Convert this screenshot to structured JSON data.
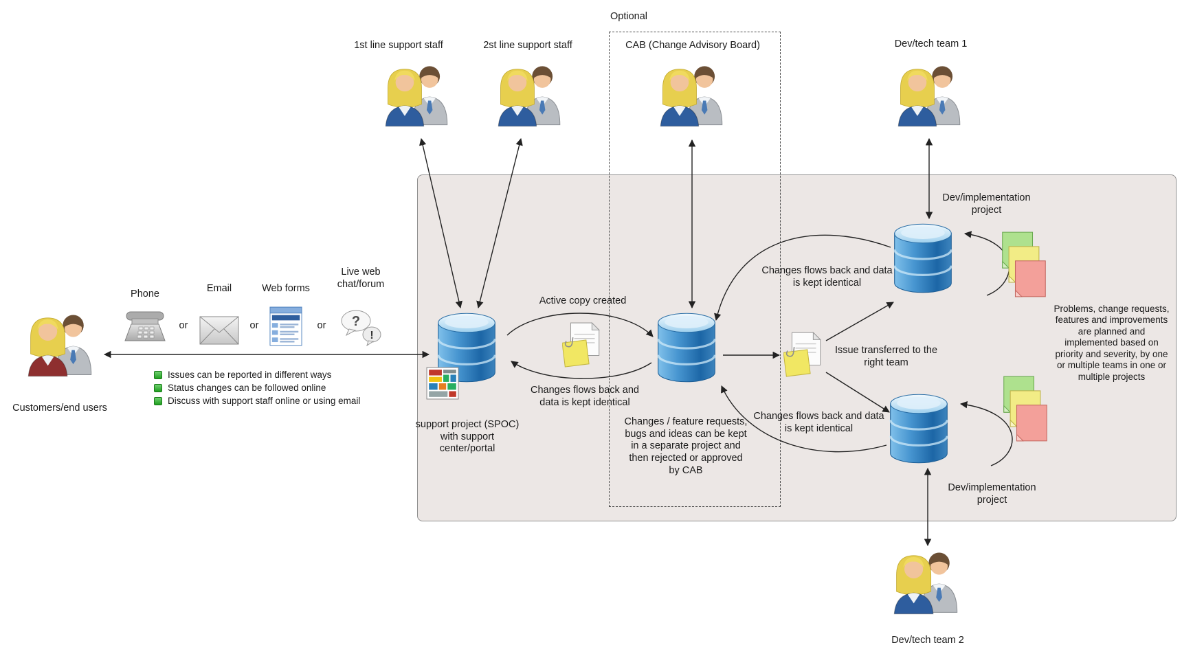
{
  "diagram": {
    "optional": "Optional",
    "actors": {
      "first_line": "1st line support staff",
      "second_line": "2st line support staff",
      "cab": "CAB (Change Advisory Board)",
      "dev_team_1": "Dev/tech team 1",
      "dev_team_2": "Dev/tech team 2",
      "customers": "Customers/end users"
    },
    "channels": {
      "phone": "Phone",
      "email": "Email",
      "web_forms": "Web forms",
      "live_chat": "Live web chat/forum",
      "or": "or"
    },
    "bullets": {
      "b1": "Issues can be reported in different ways",
      "b2": "Status changes can be followed online",
      "b3": "Discuss with support staff online or using email"
    },
    "nodes": {
      "support_project": "support project (SPOC) with support center/portal",
      "change_project": "Changes / feature requests, bugs and ideas can be kept in a separate project and then rejected or approved by CAB",
      "dev_project_top": "Dev/implementation project",
      "dev_project_bottom": "Dev/implementation project"
    },
    "flows": {
      "active_copy": "Active copy created",
      "changes_back": "Changes flows back and data is kept identical",
      "issue_transfer": "Issue transferred to the right team",
      "planning_note": "Problems, change requests, features and improvements are planned and implemented based on priority and severity, by one or multiple teams in one or multiple projects"
    },
    "colors": {
      "db_blue": "#2f7fc1",
      "box_bg": "#ece7e5",
      "note_yellow": "#f1e763",
      "card_green": "#aee18e",
      "card_yellow": "#f2ec86",
      "card_red": "#f3a09a",
      "bullet_green": "#2eb82e"
    }
  }
}
